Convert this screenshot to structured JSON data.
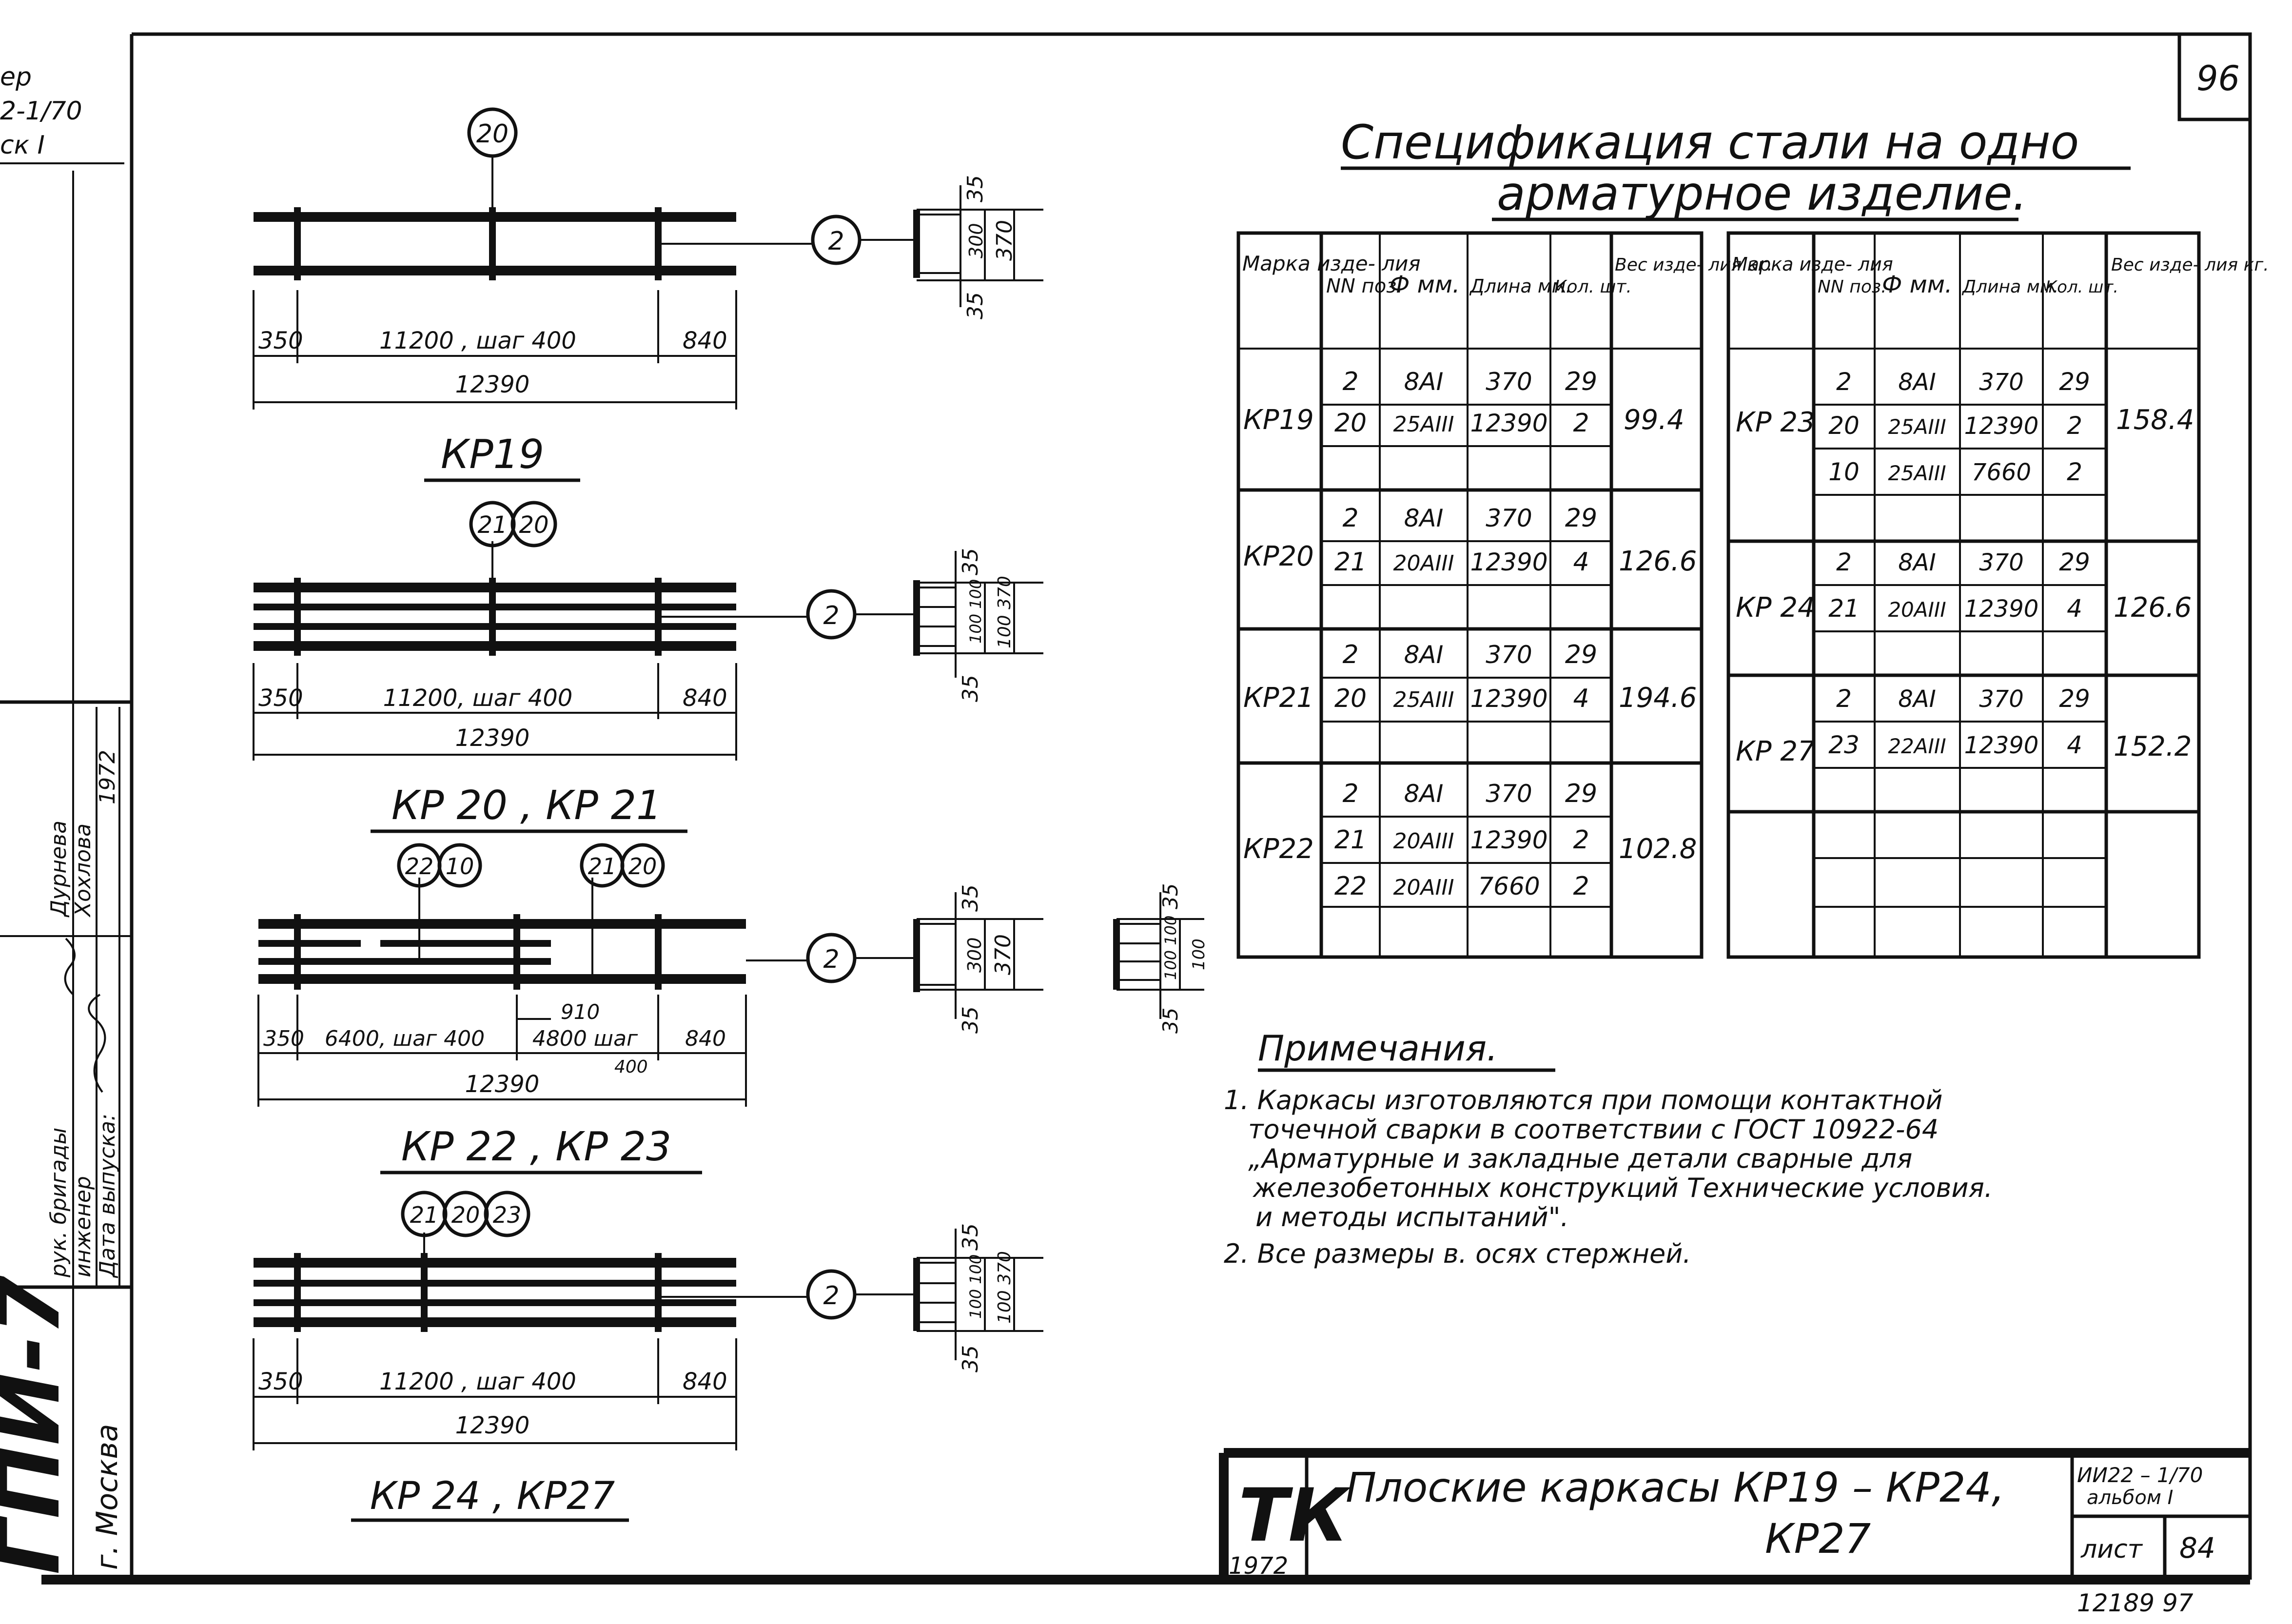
{
  "page_number": "96",
  "side_stamp": {
    "lines": [
      "ер",
      "2-1/70",
      "ск I"
    ],
    "org": "ГПИ-7",
    "city": "г. Москва",
    "sign_rows": [
      {
        "role": "рук. бригады",
        "name": "Дурнева",
        "date": "1972"
      },
      {
        "role": "инженер",
        "name": "Хохлова",
        "date": ""
      },
      {
        "role": "Дата выпуска:",
        "name": "",
        "date": ""
      }
    ]
  },
  "drawings": [
    {
      "title": "КР19",
      "markers": [
        "20"
      ],
      "side_marker": "2",
      "dims_top": [
        "350",
        "11200 ,  шаг 400",
        "840"
      ],
      "dim_total": "12390",
      "section": {
        "top": "35",
        "mid": "300",
        "total": "370",
        "bottom": "35"
      }
    },
    {
      "title": "КР 20 ,  КР 21",
      "markers": [
        "21",
        "20"
      ],
      "side_marker": "2",
      "dims_top": [
        "350",
        "11200,  шаг 400",
        "840"
      ],
      "dim_total": "12390",
      "section": {
        "top": "35",
        "mid": "100  100",
        "total": "100  370",
        "bottom": "35"
      }
    },
    {
      "title": "КР 22 ,  КР 23",
      "markers_left": [
        "22",
        "10"
      ],
      "markers_right": [
        "21",
        "20"
      ],
      "side_marker": "2",
      "dims_top": [
        "350",
        "6400,  шаг 400",
        "4800  шаг",
        "840"
      ],
      "dim_extra": [
        "910",
        "400"
      ],
      "dim_total": "12390",
      "section": {
        "top": "35",
        "mid": "300",
        "total": "370",
        "bottom": "35"
      },
      "section2": {
        "top": "35",
        "mid": "100  100",
        "total": "100",
        "bottom": "35"
      }
    },
    {
      "title": "КР 24 ,  КР27",
      "markers": [
        "21",
        "20",
        "23"
      ],
      "side_marker": "2",
      "dims_top": [
        "350",
        "11200 ,  шаг  400",
        "840"
      ],
      "dim_total": "12390",
      "section": {
        "top": "35",
        "mid": "100  100",
        "total": "100  370",
        "bottom": "35"
      }
    }
  ],
  "spec": {
    "title_line1": "Спецификация стали на одно",
    "title_line2": "арматурное изделие.",
    "headers": [
      "Марка изде- лия",
      "NN поз.",
      "Ф мм.",
      "Длина мм.",
      "Кол. шт.",
      "Вес изде- лия кг."
    ],
    "left_groups": [
      {
        "mark": "КР19",
        "weight": "99.4",
        "rows": [
          [
            "2",
            "8АI",
            "370",
            "29"
          ],
          [
            "20",
            "25АIII",
            "12390",
            "2"
          ],
          [
            "",
            "",
            "",
            ""
          ]
        ]
      },
      {
        "mark": "КР20",
        "weight": "126.6",
        "rows": [
          [
            "2",
            "8АI",
            "370",
            "29"
          ],
          [
            "21",
            "20АIII",
            "12390",
            "4"
          ],
          [
            "",
            "",
            "",
            ""
          ]
        ]
      },
      {
        "mark": "КР21",
        "weight": "194.6",
        "rows": [
          [
            "2",
            "8АI",
            "370",
            "29"
          ],
          [
            "20",
            "25АIII",
            "12390",
            "4"
          ],
          [
            "",
            "",
            "",
            ""
          ]
        ]
      },
      {
        "mark": "КР22",
        "weight": "102.8",
        "rows": [
          [
            "2",
            "8АI",
            "370",
            "29"
          ],
          [
            "21",
            "20АIII",
            "12390",
            "2"
          ],
          [
            "22",
            "20АIII",
            "7660",
            "2"
          ],
          [
            "",
            "",
            "",
            ""
          ]
        ]
      }
    ],
    "right_groups": [
      {
        "mark": "КР 23",
        "weight": "158.4",
        "rows": [
          [
            "2",
            "8АI",
            "370",
            "29"
          ],
          [
            "20",
            "25АIII",
            "12390",
            "2"
          ],
          [
            "10",
            "25АIII",
            "7660",
            "2"
          ],
          [
            "",
            "",
            "",
            ""
          ]
        ]
      },
      {
        "mark": "КР 24",
        "weight": "126.6",
        "rows": [
          [
            "2",
            "8АI",
            "370",
            "29"
          ],
          [
            "21",
            "20АIII",
            "12390",
            "4"
          ],
          [
            "",
            "",
            "",
            ""
          ]
        ]
      },
      {
        "mark": "КР 27",
        "weight": "152.2",
        "rows": [
          [
            "2",
            "8АI",
            "370",
            "29"
          ],
          [
            "23",
            "22АIII",
            "12390",
            "4"
          ],
          [
            "",
            "",
            "",
            ""
          ]
        ]
      },
      {
        "mark": "",
        "weight": "",
        "rows": [
          [
            "",
            "",
            "",
            ""
          ],
          [
            "",
            "",
            "",
            ""
          ],
          [
            "",
            "",
            "",
            ""
          ],
          [
            "",
            "",
            "",
            ""
          ]
        ]
      }
    ]
  },
  "notes": {
    "title": "Примечания.",
    "n1_l1": "1. Каркасы   изготовляются   при   помощи  контактной",
    "n1_l2": "точечной   сварки   в   соответствии  с  ГОСТ  10922-64",
    "n1_l3": "„Арматурные  и  закладные  детали  сварные  для",
    "n1_l4": "железобетонных  конструкций  Технические  условия.",
    "n1_l5": "и методы   испытаний\".",
    "n2": "2. Все  размеры   в. осях   стержней."
  },
  "title_block": {
    "logo": "ТК",
    "year": "1972",
    "name_l1": "Плоские   каркасы  КР19 – КР24,",
    "name_l2": "КР27",
    "code_l1": "ИИ22 – 1/70",
    "code_l2": "альбом  I",
    "sheet_label": "лист",
    "sheet_no": "84",
    "below": "12189    97"
  }
}
